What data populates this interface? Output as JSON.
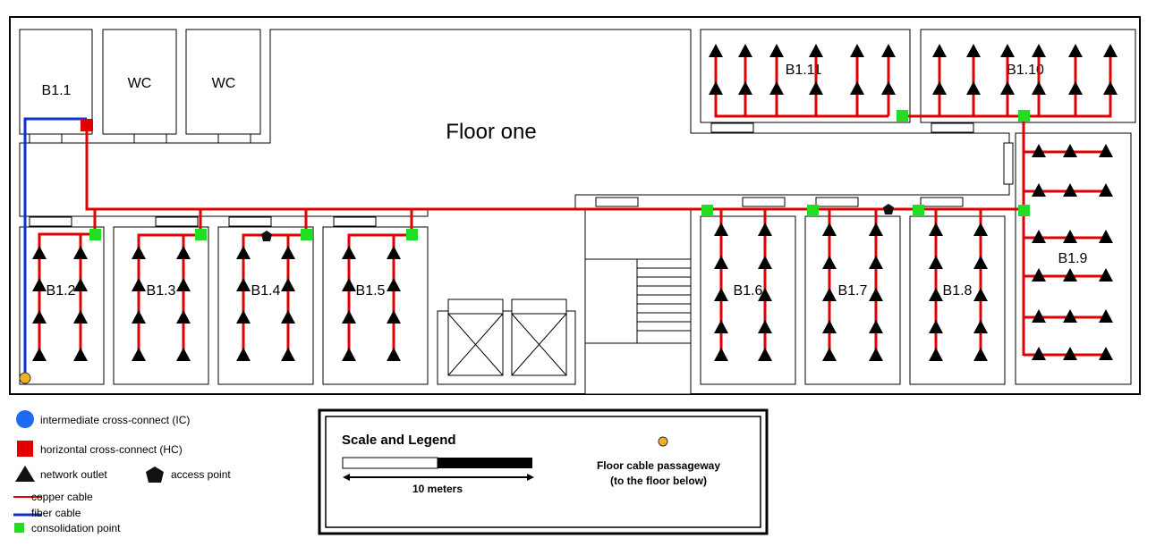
{
  "title": "Floor one",
  "rooms": {
    "b1_1": "B1.1",
    "wc1": "WC",
    "wc2": "WC",
    "b1_2": "B1.2",
    "b1_3": "B1.3",
    "b1_4": "B1.4",
    "b1_5": "B1.5",
    "b1_6": "B1.6",
    "b1_7": "B1.7",
    "b1_8": "B1.8",
    "b1_9": "B1.9",
    "b1_10": "B1.10",
    "b1_11": "B1.11"
  },
  "legend": {
    "ic": "intermediate cross-connect (IC)",
    "hc": "horizontal cross-connect (HC)",
    "outlet": "network outlet",
    "ap": "access point",
    "copper": "copper cable",
    "fiber": "fiber cable",
    "cp": "consolidation point"
  },
  "scale": {
    "title": "Scale and Legend",
    "length": "10 meters",
    "passageway_line1": "Floor cable passageway",
    "passageway_line2": "(to the floor below)"
  },
  "colors": {
    "copper": "#e00000",
    "fiber": "#1030d0",
    "hc": "#e00000",
    "cp": "#22dd22",
    "ic": "#1e6af0",
    "passageway": "#f0b020"
  }
}
